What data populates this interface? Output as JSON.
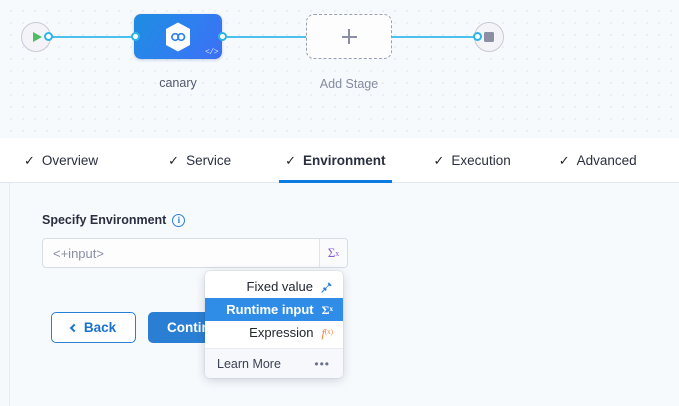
{
  "canvas": {
    "start_node": {
      "name": "start-node",
      "icon": "play-icon"
    },
    "end_node": {
      "name": "end-node",
      "icon": "stop-icon"
    },
    "stage": {
      "label": "canary",
      "icon": "harness-hexagon-icon",
      "code_badge": "</>"
    },
    "add_stage": {
      "label": "Add Stage",
      "icon": "plus-icon"
    }
  },
  "tabs": [
    {
      "label": "Overview",
      "check": "✓",
      "active": false
    },
    {
      "label": "Service",
      "check": "✓",
      "active": false
    },
    {
      "label": "Environment",
      "check": "✓",
      "active": true
    },
    {
      "label": "Execution",
      "check": "✓",
      "active": false
    },
    {
      "label": "Advanced",
      "check": "✓",
      "active": false
    }
  ],
  "form": {
    "field_label": "Specify Environment",
    "info_icon": "i",
    "input_value": "<+input>",
    "input_placeholder": "<+input>",
    "sigma_button": "Σ",
    "sigma_sup": "x"
  },
  "buttons": {
    "back_label": "Back",
    "continue_label": "Continue"
  },
  "dropdown": {
    "items": [
      {
        "label": "Fixed value",
        "icon": "pin-icon",
        "glyph": "📌",
        "selected": false
      },
      {
        "label": "Runtime input",
        "icon": "sigma-icon",
        "glyph": "Σ",
        "selected": true
      },
      {
        "label": "Expression",
        "icon": "fx-icon",
        "glyph": "f",
        "selected": false
      }
    ],
    "footer_label": "Learn More",
    "footer_icon": "more-dots-icon",
    "footer_glyph": "•••"
  },
  "colors": {
    "accent_blue": "#2a7fd4",
    "selected_blue": "#2f8de8",
    "edge_blue": "#4ec0ee",
    "sigma_purple": "#8b5cd6",
    "expression_orange": "#f0803c",
    "play_green": "#4dbd63",
    "canvas_bg": "#f7fafd"
  }
}
